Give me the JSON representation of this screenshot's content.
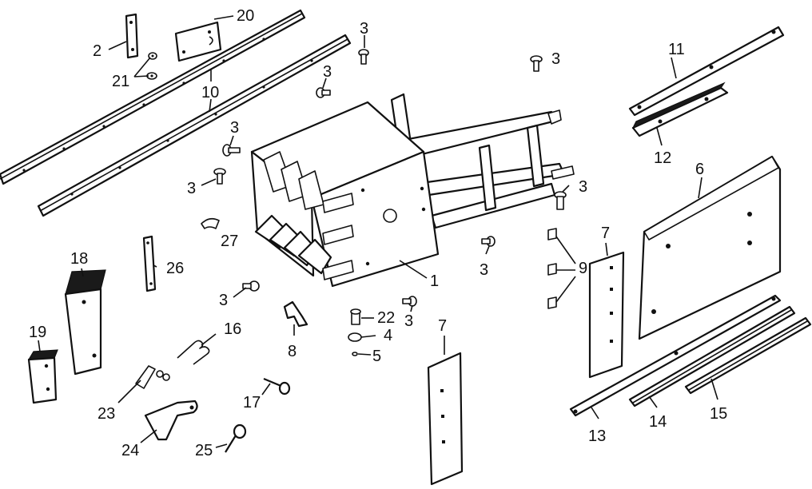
{
  "callouts": {
    "c1": "1",
    "c2": "2",
    "c3a": "3",
    "c3b": "3",
    "c3c": "3",
    "c3d": "3",
    "c3e": "3",
    "c3f": "3",
    "c3g": "3",
    "c3h": "3",
    "c3i": "3",
    "c4": "4",
    "c5": "5",
    "c6": "6",
    "c7a": "7",
    "c7b": "7",
    "c8": "8",
    "c9": "9",
    "c10": "10",
    "c11": "11",
    "c12": "12",
    "c13": "13",
    "c14": "14",
    "c15": "15",
    "c16": "16",
    "c17": "17",
    "c18": "18",
    "c19": "19",
    "c20": "20",
    "c21": "21",
    "c22": "22",
    "c23": "23",
    "c24": "24",
    "c25": "25",
    "c26": "26",
    "c27": "27"
  }
}
